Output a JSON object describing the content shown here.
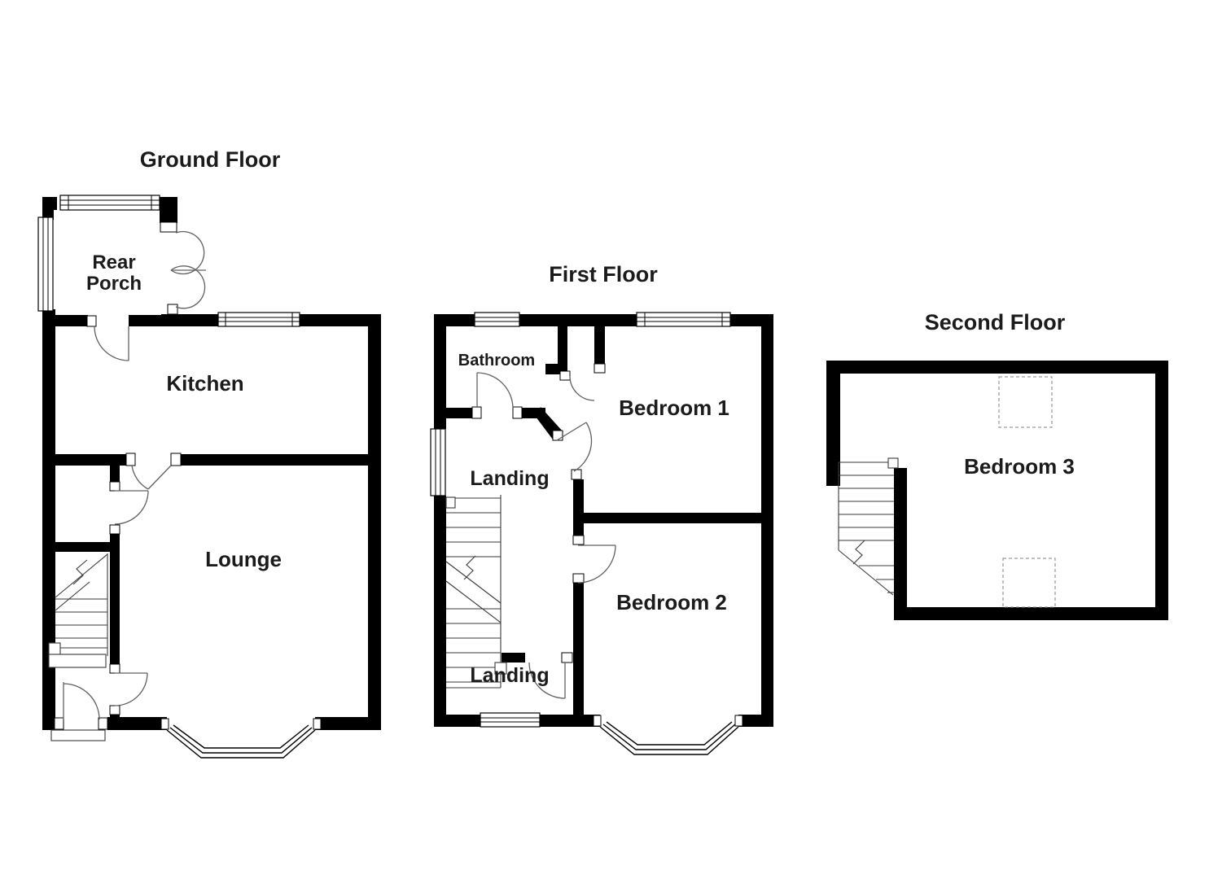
{
  "document": {
    "type": "floor-plan",
    "background_color": "#ffffff",
    "wall_color": "#000000",
    "label_color": "#1b1b1b"
  },
  "ground_floor": {
    "title": "Ground Floor",
    "rear_porch_line1": "Rear",
    "rear_porch_line2": "Porch",
    "kitchen": "Kitchen",
    "lounge": "Lounge"
  },
  "first_floor": {
    "title": "First Floor",
    "bathroom": "Bathroom",
    "landing_upper": "Landing",
    "bedroom1": "Bedroom 1",
    "bedroom2": "Bedroom 2",
    "landing_lower": "Landing"
  },
  "second_floor": {
    "title": "Second Floor",
    "bedroom3": "Bedroom 3"
  }
}
